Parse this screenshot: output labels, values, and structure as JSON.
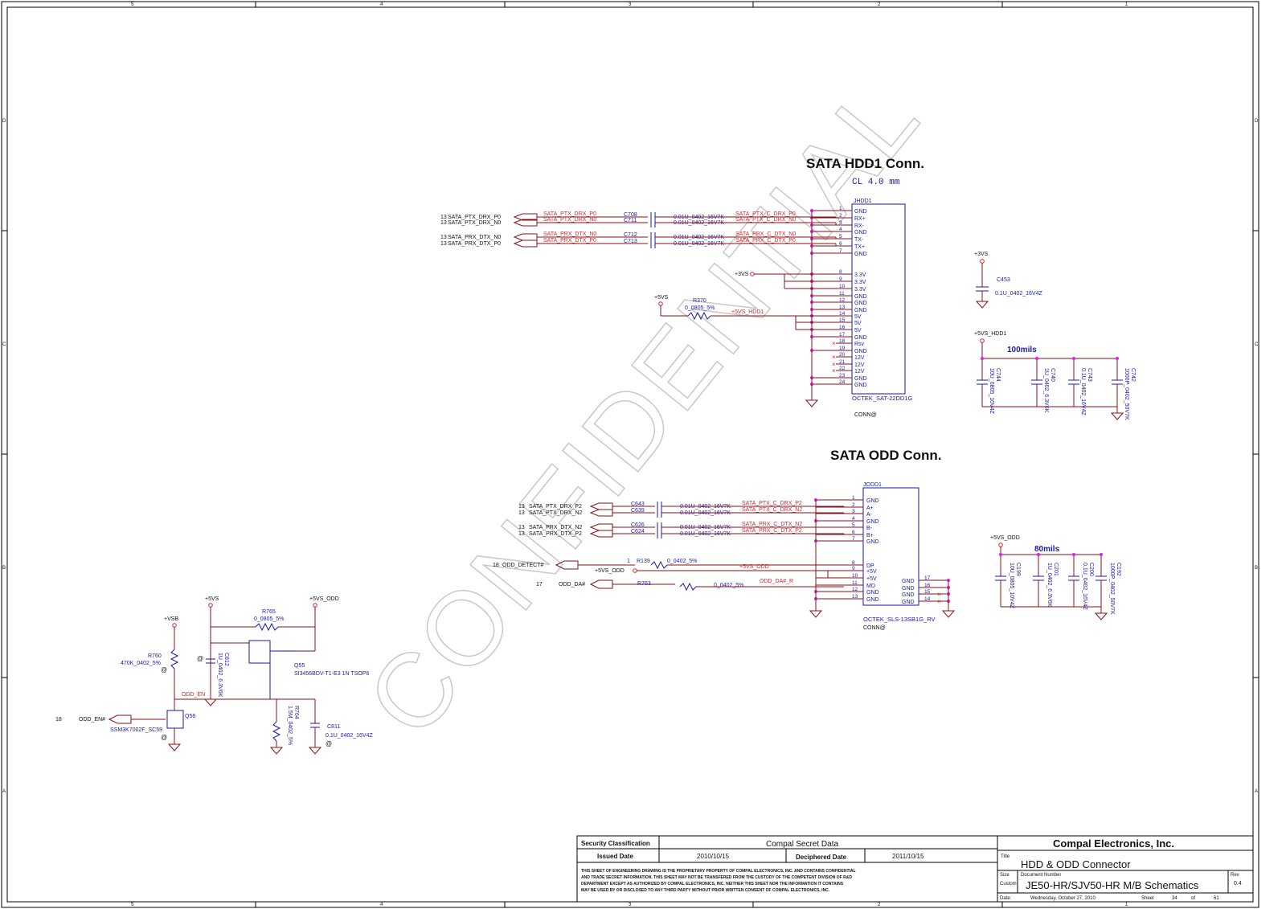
{
  "border": {
    "top_cols": [
      "5",
      "4",
      "3",
      "2",
      "1"
    ],
    "bottom_cols": [
      "5",
      "4",
      "3",
      "2",
      "1"
    ],
    "side_rows": [
      "D",
      "C",
      "B",
      "A"
    ]
  },
  "hdd": {
    "title": "SATA HDD1 Conn.",
    "subtitle": "CL 4.0 mm",
    "ref": "JHDD1",
    "part": "OCTEK_SAT-22DD1G",
    "conn": "CONN@",
    "pins": [
      {
        "n": "1",
        "name": "GND"
      },
      {
        "n": "2",
        "name": "RX+"
      },
      {
        "n": "3",
        "name": "RX-"
      },
      {
        "n": "4",
        "name": "GND"
      },
      {
        "n": "5",
        "name": "TX-"
      },
      {
        "n": "6",
        "name": "TX+"
      },
      {
        "n": "7",
        "name": "GND"
      },
      {
        "n": "8",
        "name": "3.3V"
      },
      {
        "n": "9",
        "name": "3.3V"
      },
      {
        "n": "10",
        "name": "3.3V"
      },
      {
        "n": "11",
        "name": "GND"
      },
      {
        "n": "12",
        "name": "GND"
      },
      {
        "n": "13",
        "name": "GND"
      },
      {
        "n": "14",
        "name": "5V"
      },
      {
        "n": "15",
        "name": "5V"
      },
      {
        "n": "16",
        "name": "5V"
      },
      {
        "n": "17",
        "name": "GND"
      },
      {
        "n": "18",
        "name": "Rsv"
      },
      {
        "n": "19",
        "name": "GND"
      },
      {
        "n": "20",
        "name": "12V"
      },
      {
        "n": "21",
        "name": "12V"
      },
      {
        "n": "22",
        "name": "12V"
      },
      {
        "n": "23",
        "name": "GND"
      },
      {
        "n": "24",
        "name": "GND"
      }
    ],
    "ports": [
      {
        "sheet": "13",
        "name": "SATA_PTX_DRX_P0",
        "net": "SATA_PTX_DRX_P0",
        "cap": "C708",
        "val": "0.01U_0402_16V7K",
        "out": "SATA_PTX_C_DRX_P0"
      },
      {
        "sheet": "13",
        "name": "SATA_PTX_DRX_N0",
        "net": "SATA_PTX_DRX_N0",
        "cap": "C711",
        "val": "0.01U_0402_16V7K",
        "out": "SATA_PTX_C_DRX_N0"
      },
      {
        "sheet": "13",
        "name": "SATA_PRX_DTX_N0",
        "net": "SATA_PRX_DTX_N0",
        "cap": "C712",
        "val": "0.01U_0402_16V7K",
        "out": "SATA_PRX_C_DTX_N0"
      },
      {
        "sheet": "13",
        "name": "SATA_PRX_DTX_P0",
        "net": "SATA_PRX_DTX_P0",
        "cap": "C713",
        "val": "0.01U_0402_16V7K",
        "out": "SATA_PRX_C_DTX_P0"
      }
    ],
    "v3": "+3VS",
    "v5": "+5VS",
    "r370_ref": "R370",
    "r370_val": "0_0805_5%",
    "v5_net": "+5VS_HDD1"
  },
  "hdd_caps": {
    "c453_rail": "+3VS",
    "c453_ref": "C453",
    "c453_val": "0.1U_0402_16V4Z",
    "rail": "+5VS_HDD1",
    "note": "100mils",
    "caps": [
      {
        "ref": "C744",
        "val": "10U_0805_10V4Z"
      },
      {
        "ref": "C740",
        "val": "1U_0402_6.3V6K"
      },
      {
        "ref": "C743",
        "val": "0.1U_0402_16V4Z"
      },
      {
        "ref": "C742",
        "val": "1000P_0402_50V7K"
      }
    ]
  },
  "odd": {
    "title": "SATA ODD Conn.",
    "ref": "JODD1",
    "part": "OCTEK_SLS-13SB1G_RV",
    "conn": "CONN@",
    "left_pins": [
      {
        "n": "1",
        "name": "GND"
      },
      {
        "n": "2",
        "name": "A+"
      },
      {
        "n": "3",
        "name": "A-"
      },
      {
        "n": "4",
        "name": "GND"
      },
      {
        "n": "5",
        "name": "B-"
      },
      {
        "n": "6",
        "name": "B+"
      },
      {
        "n": "7",
        "name": "GND"
      },
      {
        "n": "8",
        "name": "DP"
      },
      {
        "n": "9",
        "name": "+5V"
      },
      {
        "n": "10",
        "name": "+5V"
      },
      {
        "n": "11",
        "name": "MD"
      },
      {
        "n": "12",
        "name": "GND"
      },
      {
        "n": "13",
        "name": "GND"
      }
    ],
    "right_pins": [
      {
        "n": "17",
        "name": "GND"
      },
      {
        "n": "16",
        "name": "GND"
      },
      {
        "n": "15",
        "name": "GND"
      },
      {
        "n": "14",
        "name": "GND"
      }
    ],
    "ports": [
      {
        "sheet": "13",
        "name": "SATA_PTX_DRX_P2",
        "cap": "C643",
        "val": "0.01U_0402_16V7K",
        "out": "SATA_PTX_C_DRX_P2"
      },
      {
        "sheet": "13",
        "name": "SATA_PTX_DRX_N2",
        "cap": "C639",
        "val": "0.01U_0402_16V7K",
        "out": "SATA_PTX_C_DRX_N2"
      },
      {
        "sheet": "13",
        "name": "SATA_PRX_DTX_N2",
        "cap": "C626",
        "val": "0.01U_0402_16V7K",
        "out": "SATA_PRX_C_DTX_N2"
      },
      {
        "sheet": "13",
        "name": "SATA_PRX_DTX_P2",
        "cap": "C624",
        "val": "0.01U_0402_16V7K",
        "out": "SATA_PRX_C_DTX_P2"
      }
    ],
    "detect_sheet": "18",
    "detect": "ODD_DETECT#",
    "r139": "R139",
    "r139_val": "0_0402_5%",
    "v5odd": "+5VS_ODD",
    "v5odd_net": "+5VS_ODD",
    "da_sheet": "17",
    "da": "ODD_DA#",
    "r763": "R763",
    "r763_val": "0_0402_5%",
    "da_net": "ODD_DA#_R"
  },
  "odd_caps": {
    "rail": "+5VS_ODD",
    "note": "80mils",
    "caps": [
      {
        "ref": "C199",
        "val": "10U_0805_10V4Z"
      },
      {
        "ref": "C201",
        "val": "1U_0402_6.3V6K"
      },
      {
        "ref": "C200",
        "val": "0.1U_0402_16V4Z"
      },
      {
        "ref": "C192",
        "val": "1000P_0402_50V7K"
      }
    ]
  },
  "pwr": {
    "vsb": "+VSB",
    "v5s": "+5VS",
    "v5odd": "+5VS_ODD",
    "r760": "R760",
    "r760_val": "470K_0402_5%",
    "r765": "R765",
    "r765_val": "0_0805_5%",
    "c812": "C812",
    "c812_val": "1U_0402_6.3V6K",
    "q55": "Q55",
    "q55_part": "SI3456BDV-T1-E3 1N TSOP6",
    "odd_en_net": "ODD_EN",
    "r764": "R764",
    "r764_val": "1.5M_0402_5%",
    "c811": "C811",
    "c811_val": "0.1U_0402_16V4Z",
    "en_sheet": "18",
    "en": "ODD_EN#",
    "q56": "Q56",
    "q56_part": "SSM3K7002F_SC59",
    "at": "@"
  },
  "watermark": "CONFIDENTIAL",
  "titleblock": {
    "sec_label": "Security Classification",
    "sec_value": "Compal Secret Data",
    "issued_label": "Issued Date",
    "issued": "2010/10/15",
    "deciphered_label": "Deciphered Date",
    "deciphered": "2011/10/15",
    "legal": [
      "THIS SHEET OF ENGINEERING DRAWING IS THE PROPRIETARY PROPERTY OF COMPAL ELECTRONICS, INC. AND CONTAINS CONFIDENTIAL",
      "AND TRADE SECRET INFORMATION. THIS SHEET MAY NOT BE TRANSFERED FROM THE CUSTODY OF THE COMPETENT DIVISION OF R&D",
      "DEPARTMENT EXCEPT AS AUTHORIZED BY COMPAL ELECTRONICS, INC. NEITHER THIS SHEET NOR THE INFORMATION IT CONTAINS",
      "MAY BE USED BY OR DISCLOSED TO ANY THIRD PARTY WITHOUT PRIOR WRITTEN CONSENT OF COMPAL ELECTRONICS, INC."
    ],
    "company": "Compal Electronics, Inc.",
    "title_label": "Title",
    "title": "HDD & ODD Connector",
    "size_label": "Size",
    "size": "Custom",
    "docnum_label": "Document Number",
    "docnum": "JE50-HR/SJV50-HR M/B Schematics",
    "rev_label": "Rev",
    "rev": "0.4",
    "date_label": "Date:",
    "date": "Wednesday, October 27, 2010",
    "sheet_label": "Sheet",
    "sheet": "34",
    "of_label": "of",
    "of": "61"
  }
}
